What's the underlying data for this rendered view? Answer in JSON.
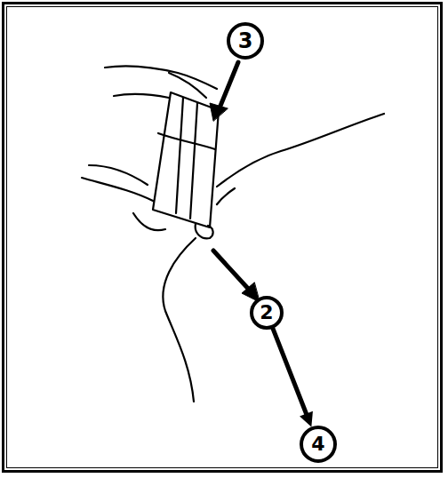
{
  "diagram": {
    "nodes": [
      {
        "text": [
          "3"
        ]
      },
      {
        "text": [
          "2"
        ]
      },
      {
        "text": [
          "4"
        ]
      }
    ],
    "edges": [
      {
        "from": 1,
        "to": 2,
        "arrow": "to"
      }
    ]
  }
}
